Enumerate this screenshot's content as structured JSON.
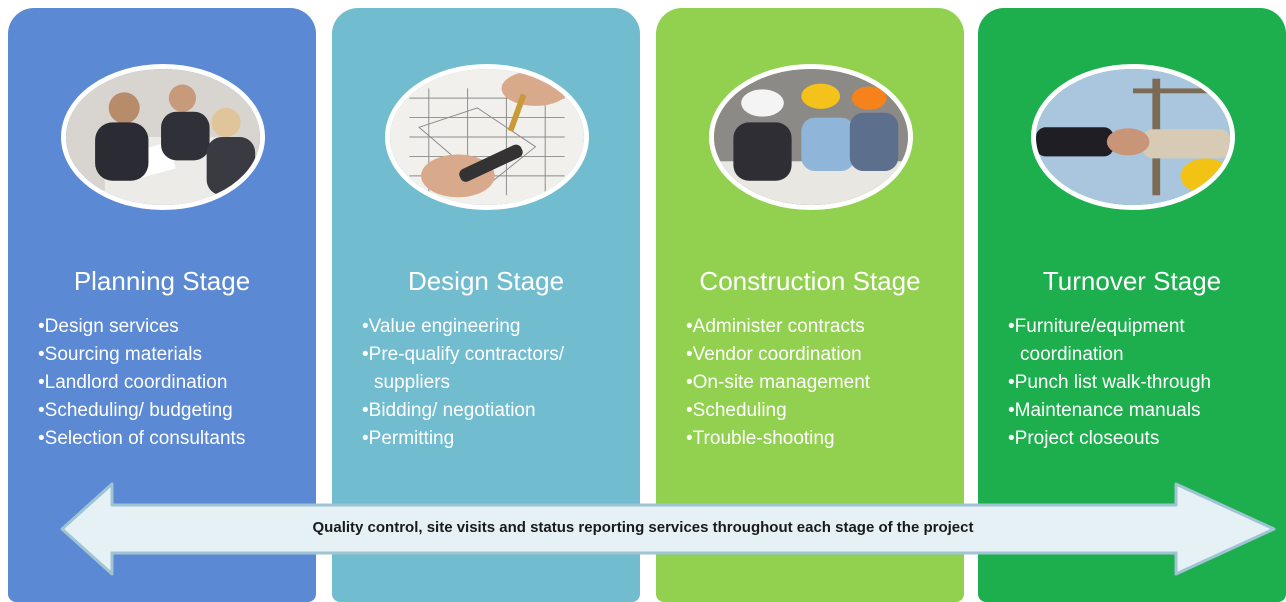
{
  "stages": [
    {
      "title": "Planning Stage",
      "color": "#5B89D3",
      "photo": "business-meeting-photo",
      "items": [
        "Design services",
        "Sourcing materials",
        "Landlord coordination",
        "Scheduling/ budgeting",
        "Selection of consultants"
      ]
    },
    {
      "title": "Design Stage",
      "color": "#72BCD0",
      "photo": "blueprint-drawing-photo",
      "items": [
        "Value engineering",
        "Pre-qualify contractors/ suppliers",
        "Bidding/ negotiation",
        "Permitting"
      ]
    },
    {
      "title": "Construction Stage",
      "color": "#92D14F",
      "photo": "construction-workers-photo",
      "items": [
        "Administer contracts",
        "Vendor coordination",
        "On-site management",
        "Scheduling",
        "Trouble-shooting"
      ]
    },
    {
      "title": "Turnover Stage",
      "color": "#1DAE4E",
      "photo": "handshake-photo",
      "items": [
        "Furniture/equipment coordination",
        "Punch list walk-through",
        "Maintenance manuals",
        "Project closeouts"
      ]
    }
  ],
  "arrow": {
    "text": "Quality control, site visits and status reporting services throughout each stage of the project",
    "fill": "#E5F1F5",
    "stroke": "#9FC4D3"
  }
}
